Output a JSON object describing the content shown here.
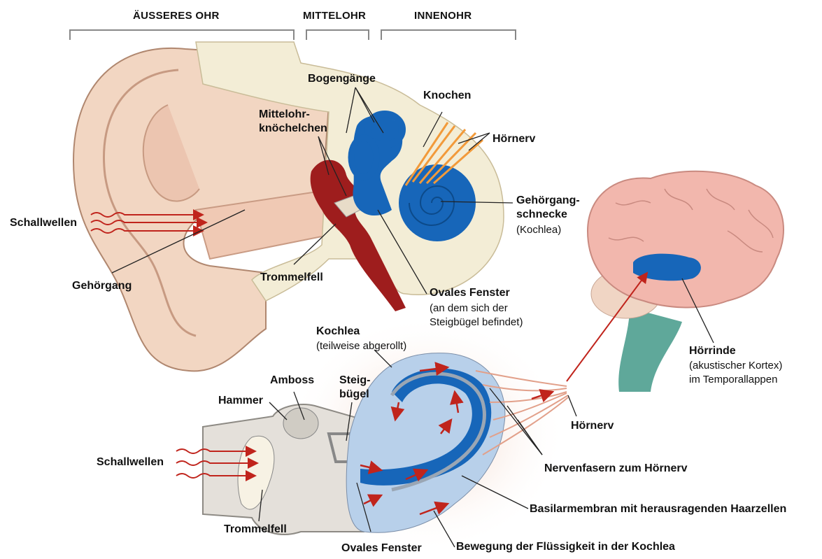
{
  "headers": {
    "outer": "ÄUSSERES OHR",
    "middle": "MITTELOHR",
    "inner": "INNENOHR"
  },
  "top_labels": {
    "bogengaenge": "Bogengänge",
    "knochen": "Knochen",
    "mittelohr_line1": "Mittelohr-",
    "mittelohr_line2": "knöchelchen",
    "hoernerv": "Hörnerv",
    "gehoergang_schnecke_line1": "Gehörgang-",
    "gehoergang_schnecke_line2": "schnecke",
    "kochlea_paren": "(Kochlea)",
    "schallwellen": "Schallwellen",
    "gehoergang": "Gehörgang",
    "trommelfell": "Trommelfell",
    "ovales_fenster": "Ovales Fenster",
    "ovales_fenster_note1": "(an dem sich der",
    "ovales_fenster_note2": "Steigbügel befindet)"
  },
  "brain_labels": {
    "hoerrinde": "Hörrinde",
    "hoerrinde_note1": "(akustischer Kortex)",
    "hoerrinde_note2": "im Temporallappen"
  },
  "bottom_labels": {
    "kochlea": "Kochlea",
    "kochlea_note": "(teilweise abgerollt)",
    "amboss": "Amboss",
    "steig_line1": "Steig-",
    "steig_line2": "bügel",
    "hammer": "Hammer",
    "hoernerv": "Hörnerv",
    "schallwellen": "Schallwellen",
    "nervenfasern": "Nervenfasern zum Hörnerv",
    "basilarmembran": "Basilarmembran mit herausragenden Haarzellen",
    "trommelfell": "Trommelfell",
    "bewegung": "Bewegung der Flüssigkeit in der Kochlea",
    "ovales_fenster": "Ovales Fenster"
  },
  "colors": {
    "skin": "#f4dcc8",
    "skin_dark": "#e7b9a0",
    "bone": "#efe8d0",
    "ossicle_red": "#a01c1c",
    "cochlea_blue": "#1565b8",
    "nerve_orange": "#f29a3a",
    "brain_pink": "#f2b7ad",
    "brainstem_teal": "#5fa89a",
    "fluid_light": "#b8d0ea",
    "arrow_red": "#c0241c"
  }
}
